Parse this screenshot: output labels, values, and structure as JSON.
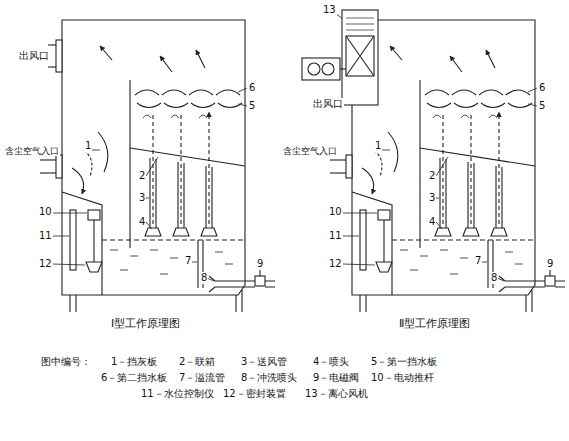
{
  "diagram": {
    "labels": [
      "出风口",
      "含尘空气入口",
      "1",
      "2",
      "3",
      "4",
      "5",
      "6",
      "7",
      "8",
      "9",
      "10",
      "11",
      "12",
      "Ⅰ型工作原理图",
      "13",
      "出风口",
      "含尘空气入口",
      "1",
      "2",
      "3",
      "4",
      "5",
      "6",
      "7",
      "8",
      "9",
      "10",
      "11",
      "12",
      "Ⅱ型工作原理图",
      "图中编号：",
      "1－挡灰板",
      "2－联箱",
      "3－送风管",
      "4－喷头",
      "5－第一挡水板",
      "6－第二挡水板",
      "7－溢流管",
      "8－冲洗喷头",
      "9－电磁阀",
      "10－电动推杆",
      "11－水位控制仪",
      "12－密封装置",
      "13－离心风机"
    ]
  }
}
